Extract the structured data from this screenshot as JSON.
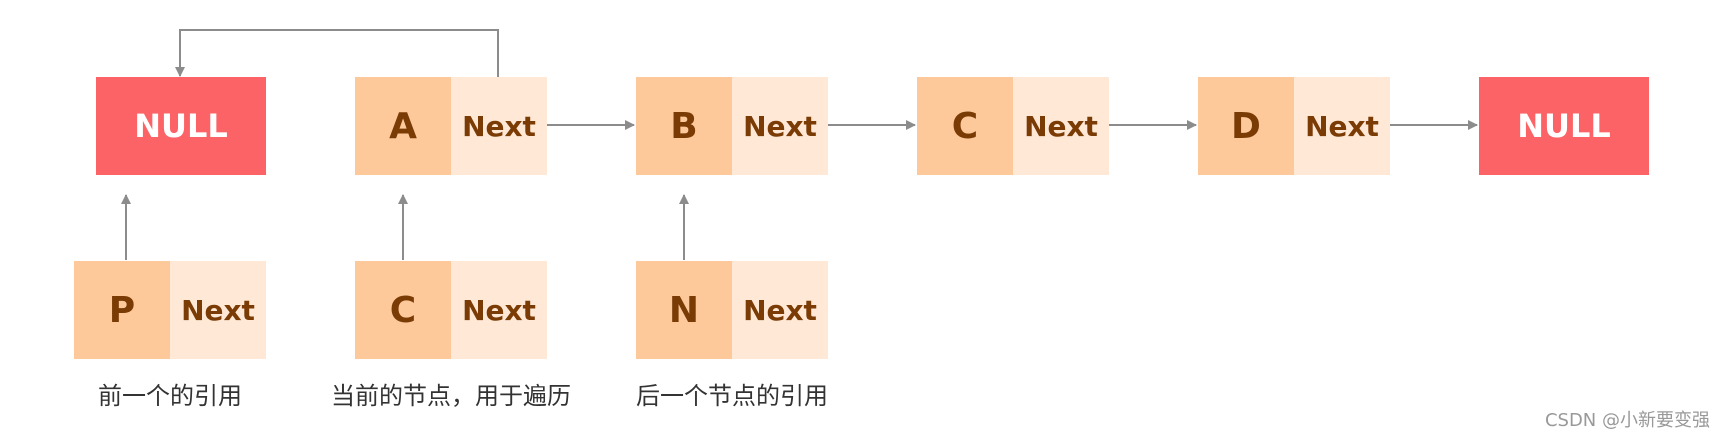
{
  "colors": {
    "null_fill": "#fb6366",
    "value_fill": "#fdc99b",
    "next_fill": "#ffe8d6",
    "text_brown": "#7a3b05",
    "arrow_gray": "#8c8c8c"
  },
  "list": {
    "null_left": "NULL",
    "node_a": {
      "value": "A",
      "next": "Next"
    },
    "node_b": {
      "value": "B",
      "next": "Next"
    },
    "node_c": {
      "value": "C",
      "next": "Next"
    },
    "node_d": {
      "value": "D",
      "next": "Next"
    },
    "null_right": "NULL"
  },
  "pointers": {
    "prev": {
      "value": "P",
      "next": "Next",
      "caption": "前一个的引用"
    },
    "cur": {
      "value": "C",
      "next": "Next",
      "caption": "当前的节点，用于遍历"
    },
    "nxt": {
      "value": "N",
      "next": "Next",
      "caption": "后一个节点的引用"
    }
  },
  "watermark": "CSDN @小新要变强"
}
